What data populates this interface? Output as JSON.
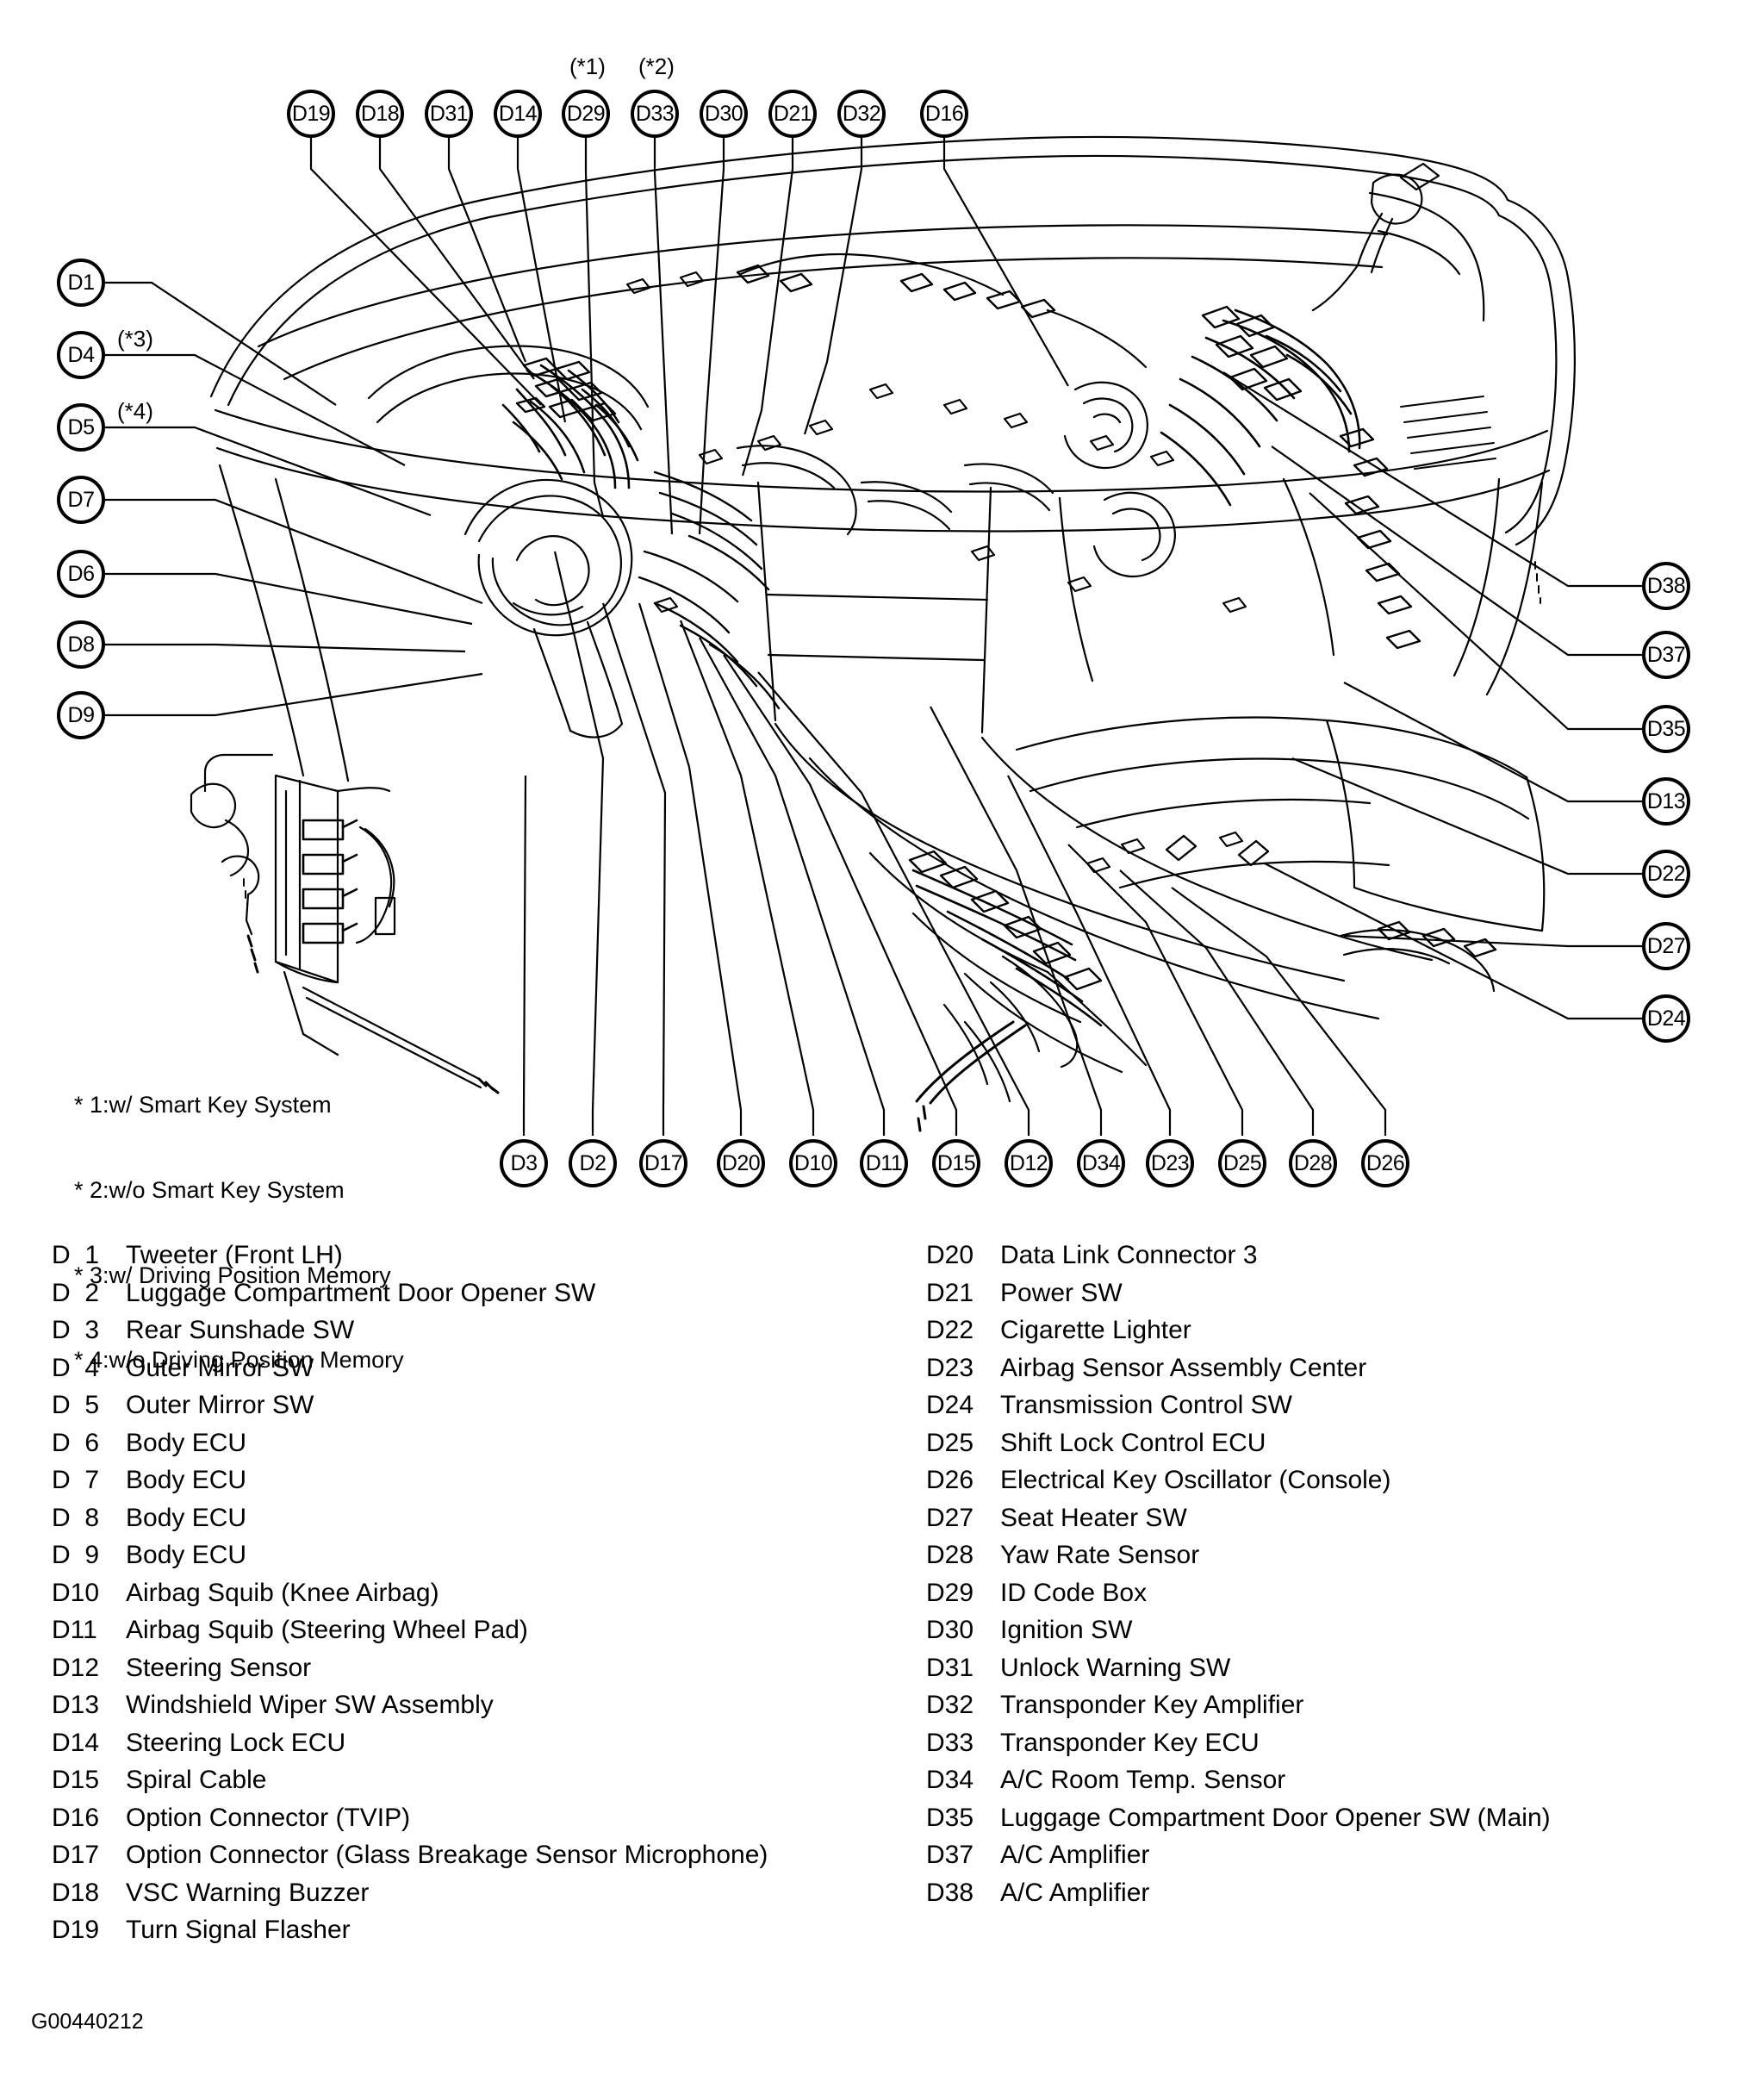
{
  "doc_id": "G00440212",
  "footnotes": [
    "* 1:w/ Smart Key System",
    "* 2:w/o Smart Key System",
    "* 3:w/ Driving Position Memory",
    "* 4:w/o Driving Position Memory"
  ],
  "callouts": {
    "top": [
      {
        "id": "D19",
        "note": ""
      },
      {
        "id": "D18",
        "note": ""
      },
      {
        "id": "D31",
        "note": ""
      },
      {
        "id": "D14",
        "note": ""
      },
      {
        "id": "D29",
        "note": "(*1)"
      },
      {
        "id": "D33",
        "note": "(*2)"
      },
      {
        "id": "D30",
        "note": ""
      },
      {
        "id": "D21",
        "note": ""
      },
      {
        "id": "D32",
        "note": ""
      },
      {
        "id": "D16",
        "note": ""
      }
    ],
    "left": [
      {
        "id": "D1",
        "note": ""
      },
      {
        "id": "D4",
        "note": "(*3)"
      },
      {
        "id": "D5",
        "note": "(*4)"
      },
      {
        "id": "D7",
        "note": ""
      },
      {
        "id": "D6",
        "note": ""
      },
      {
        "id": "D8",
        "note": ""
      },
      {
        "id": "D9",
        "note": ""
      }
    ],
    "right": [
      {
        "id": "D38",
        "note": ""
      },
      {
        "id": "D37",
        "note": ""
      },
      {
        "id": "D35",
        "note": ""
      },
      {
        "id": "D13",
        "note": ""
      },
      {
        "id": "D22",
        "note": ""
      },
      {
        "id": "D27",
        "note": ""
      },
      {
        "id": "D24",
        "note": ""
      }
    ],
    "bottom": [
      {
        "id": "D3",
        "note": ""
      },
      {
        "id": "D2",
        "note": ""
      },
      {
        "id": "D17",
        "note": ""
      },
      {
        "id": "D20",
        "note": ""
      },
      {
        "id": "D10",
        "note": ""
      },
      {
        "id": "D11",
        "note": ""
      },
      {
        "id": "D15",
        "note": ""
      },
      {
        "id": "D12",
        "note": ""
      },
      {
        "id": "D34",
        "note": ""
      },
      {
        "id": "D23",
        "note": ""
      },
      {
        "id": "D25",
        "note": ""
      },
      {
        "id": "D28",
        "note": ""
      },
      {
        "id": "D26",
        "note": ""
      }
    ]
  },
  "legend": {
    "left": [
      {
        "code": "D  1",
        "desc": "Tweeter (Front LH)"
      },
      {
        "code": "D  2",
        "desc": "Luggage Compartment Door Opener SW"
      },
      {
        "code": "D  3",
        "desc": "Rear Sunshade SW"
      },
      {
        "code": "D  4",
        "desc": "Outer Mirror SW"
      },
      {
        "code": "D  5",
        "desc": "Outer Mirror SW"
      },
      {
        "code": "D  6",
        "desc": "Body ECU"
      },
      {
        "code": "D  7",
        "desc": "Body ECU"
      },
      {
        "code": "D  8",
        "desc": "Body ECU"
      },
      {
        "code": "D  9",
        "desc": "Body ECU"
      },
      {
        "code": "D10",
        "desc": "Airbag Squib (Knee Airbag)"
      },
      {
        "code": "D11",
        "desc": "Airbag Squib (Steering Wheel Pad)"
      },
      {
        "code": "D12",
        "desc": "Steering Sensor"
      },
      {
        "code": "D13",
        "desc": "Windshield Wiper SW Assembly"
      },
      {
        "code": "D14",
        "desc": "Steering Lock ECU"
      },
      {
        "code": "D15",
        "desc": "Spiral Cable"
      },
      {
        "code": "D16",
        "desc": "Option Connector (TVIP)"
      },
      {
        "code": "D17",
        "desc": "Option Connector (Glass Breakage Sensor Microphone)"
      },
      {
        "code": "D18",
        "desc": "VSC Warning Buzzer"
      },
      {
        "code": "D19",
        "desc": "Turn Signal Flasher"
      }
    ],
    "right": [
      {
        "code": "D20",
        "desc": "Data Link Connector 3"
      },
      {
        "code": "D21",
        "desc": "Power SW"
      },
      {
        "code": "D22",
        "desc": "Cigarette Lighter"
      },
      {
        "code": "D23",
        "desc": "Airbag Sensor Assembly Center"
      },
      {
        "code": "D24",
        "desc": "Transmission Control SW"
      },
      {
        "code": "D25",
        "desc": "Shift Lock Control ECU"
      },
      {
        "code": "D26",
        "desc": "Electrical Key Oscillator (Console)"
      },
      {
        "code": "D27",
        "desc": "Seat Heater SW"
      },
      {
        "code": "D28",
        "desc": "Yaw Rate Sensor"
      },
      {
        "code": "D29",
        "desc": "ID Code Box"
      },
      {
        "code": "D30",
        "desc": "Ignition SW"
      },
      {
        "code": "D31",
        "desc": "Unlock Warning SW"
      },
      {
        "code": "D32",
        "desc": "Transponder Key Amplifier"
      },
      {
        "code": "D33",
        "desc": "Transponder Key ECU"
      },
      {
        "code": "D34",
        "desc": "A/C Room Temp. Sensor"
      },
      {
        "code": "D35",
        "desc": "Luggage Compartment Door Opener SW (Main)"
      },
      {
        "code": "D37",
        "desc": "A/C Amplifier"
      },
      {
        "code": "D38",
        "desc": "A/C Amplifier"
      }
    ]
  }
}
